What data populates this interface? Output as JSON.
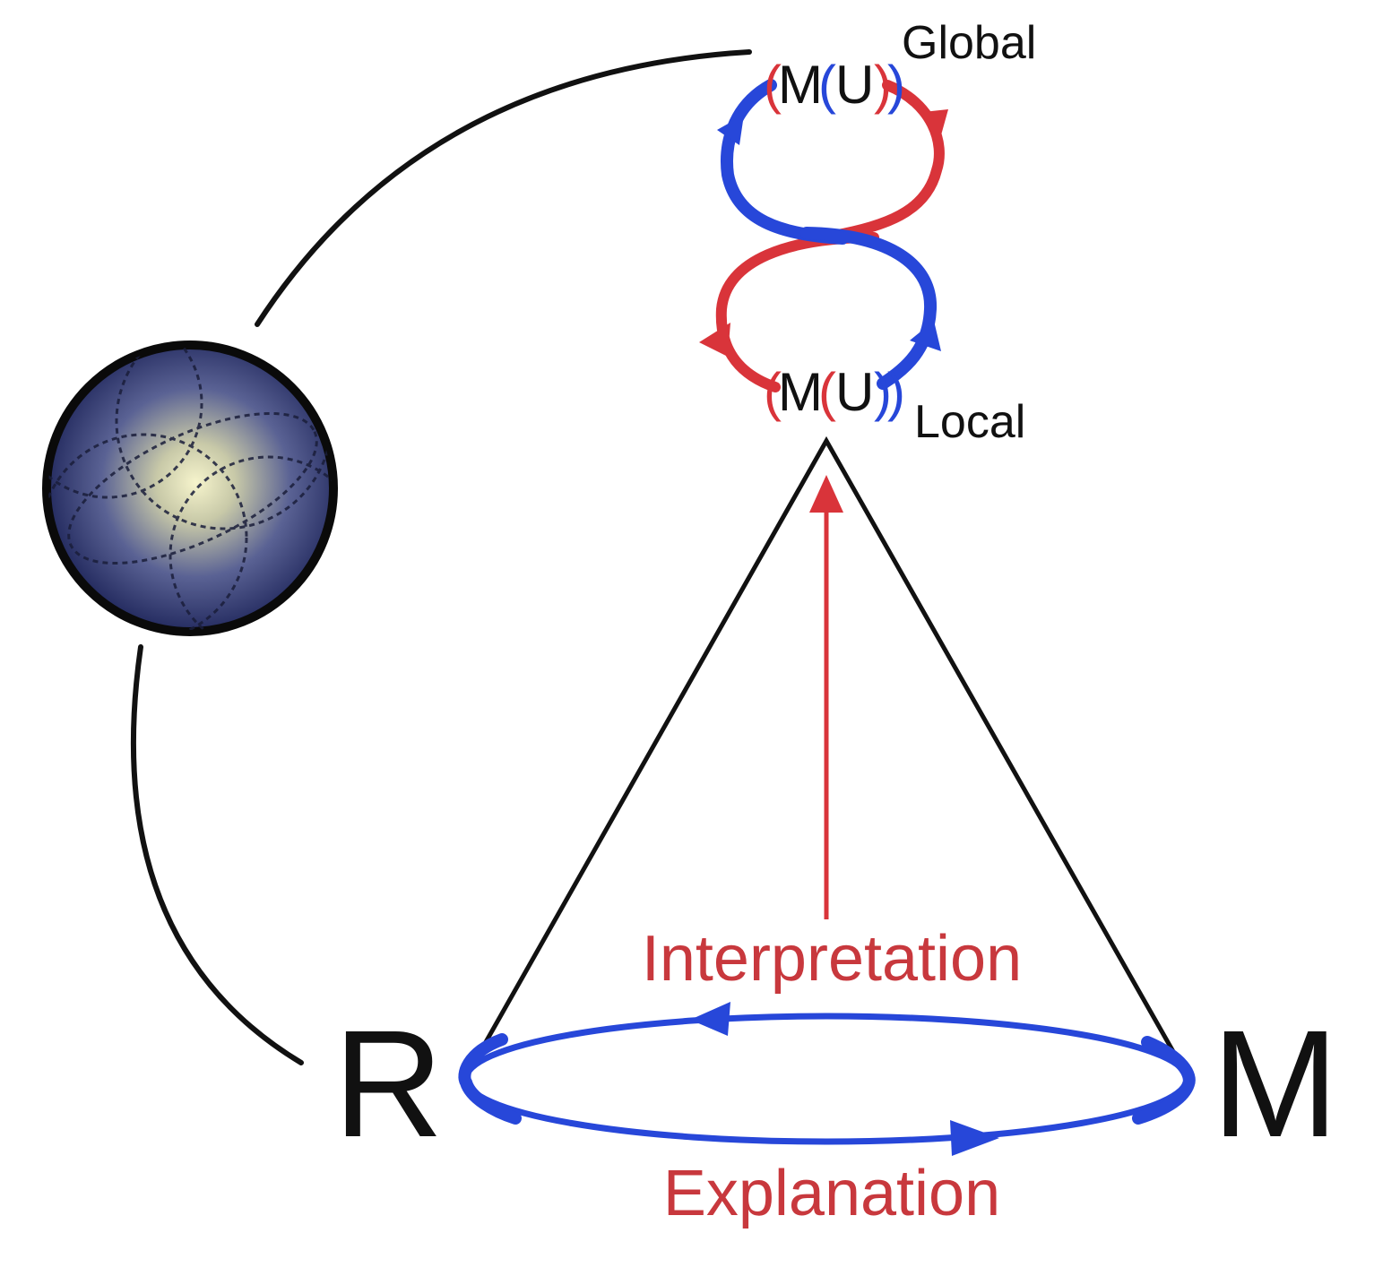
{
  "labels": {
    "global": "Global",
    "local": "Local",
    "mu_m": "M",
    "mu_u": "U",
    "vertex_left": "R",
    "vertex_right": "M",
    "interpretation": "Interpretation",
    "explanation": "Explanation"
  },
  "colors": {
    "red": "#d9343a",
    "blue": "#2747d9",
    "black": "#111111",
    "sphere_center": "#f4f2c8",
    "sphere_edge": "#1c2358"
  },
  "icons": {
    "sphere": "globe-sphere-icon",
    "loop": "figure-eight-loop-icon"
  }
}
